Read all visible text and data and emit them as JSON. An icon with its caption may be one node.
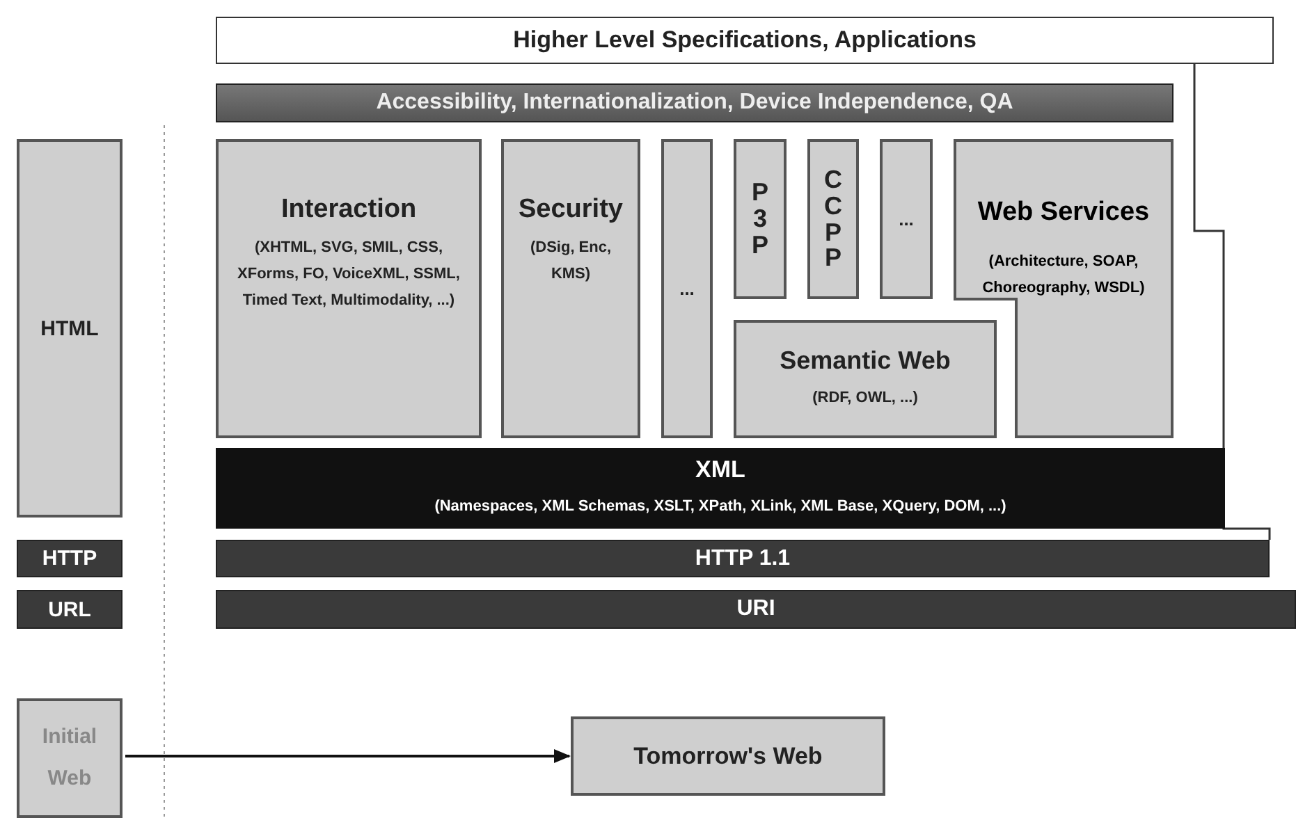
{
  "diagram": {
    "nodes": [
      {
        "text": [
          "Higher Level Specifications, Applications"
        ]
      },
      {
        "text": [
          "Accessibility, Internationalization, Device Independence, QA"
        ]
      },
      {
        "text": [
          "Interaction",
          "(XHTML, SVG, SMIL, CSS, XForms, FO, VoiceXML, SSML, Timed Text, Multimodality, ...)"
        ]
      },
      {
        "text": [
          "Security",
          "(DSig, Enc, KMS)"
        ]
      },
      {
        "text": [
          "..."
        ]
      },
      {
        "text": [
          "P3P"
        ]
      },
      {
        "text": [
          "CCPP"
        ]
      },
      {
        "text": [
          "..."
        ]
      },
      {
        "text": [
          "Web Services",
          "(Architecture, SOAP, Choreography, WSDL)"
        ]
      },
      {
        "text": [
          "Semantic Web",
          "(RDF, OWL, ...)"
        ]
      },
      {
        "text": [
          "XML",
          "(Namespaces, XML Schemas, XSLT, XPath, XLink, XML Base, XQuery, DOM, ...)"
        ]
      },
      {
        "text": [
          "HTML"
        ]
      },
      {
        "text": [
          "HTTP"
        ]
      },
      {
        "text": [
          "URL"
        ]
      },
      {
        "text": [
          "HTTP 1.1"
        ]
      },
      {
        "text": [
          "URI"
        ]
      },
      {
        "text": [
          "Initial Web"
        ]
      },
      {
        "text": [
          "Tomorrow's Web"
        ]
      }
    ],
    "edges": [
      {
        "from": 16,
        "to": 17,
        "arrow": "to"
      }
    ]
  }
}
